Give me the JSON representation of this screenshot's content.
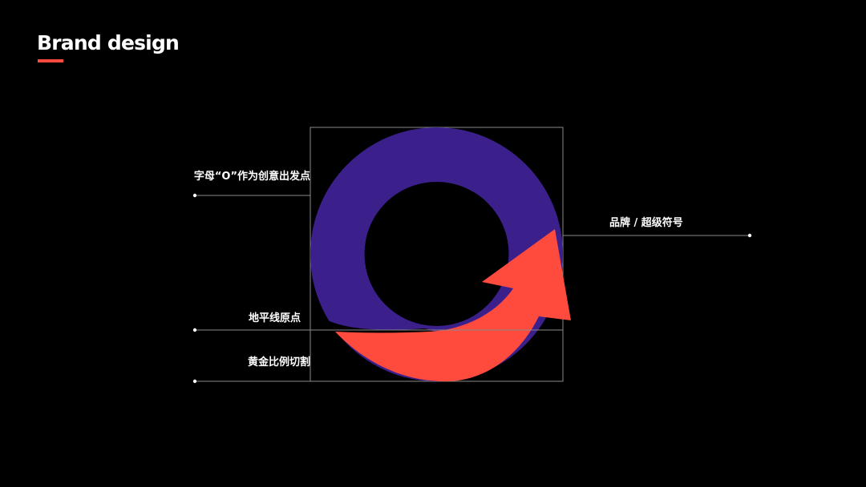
{
  "header": {
    "title": "Brand design",
    "accent_color": "#ff4b3e"
  },
  "logo": {
    "ring_color": "#3b1f8a",
    "arrow_color": "#ff4b3e",
    "description_icon": "circular-arrow-logo-icon"
  },
  "annotations": {
    "letter_o_origin": "字母“O”作为创意出发点",
    "horizon_origin": "地平线原点",
    "golden_ratio_cut": "黄金比例切割",
    "brand_super_symbol": "品牌 / 超级符号"
  },
  "colors": {
    "background": "#000000",
    "guide_line": "#8a8a8a",
    "text": "#ffffff"
  }
}
